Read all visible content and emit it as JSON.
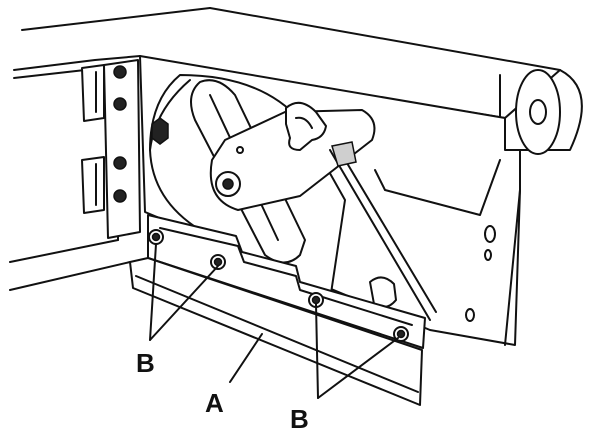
{
  "callouts": {
    "a": "A",
    "b_left": "B",
    "b_right": "B"
  }
}
